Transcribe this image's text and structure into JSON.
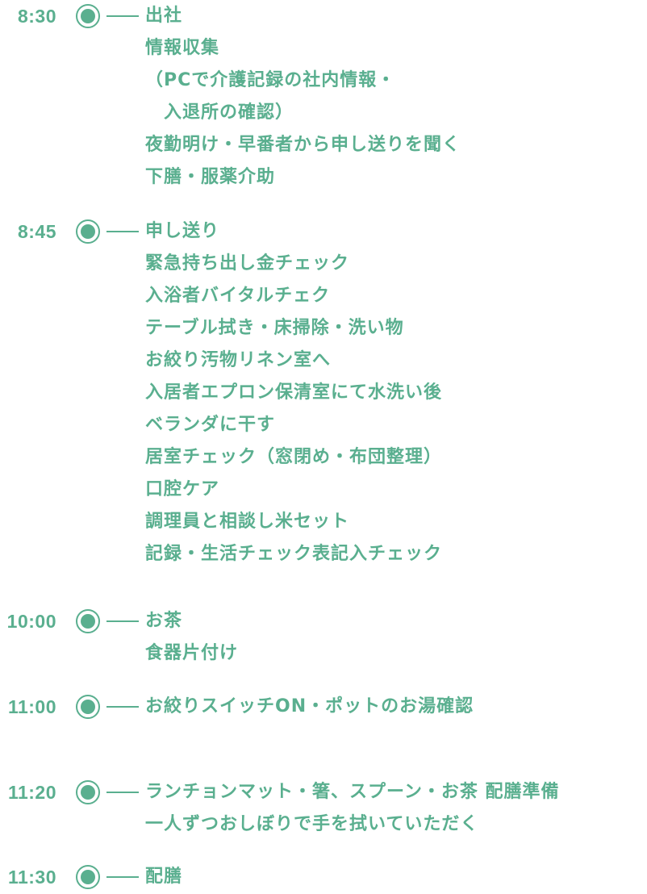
{
  "schedule": [
    {
      "time": "8:30",
      "lines": [
        "出社",
        "情報収集",
        "（PCで介護記録の社内情報・",
        "　入退所の確認）",
        "夜勤明け・早番者から申し送りを聞く",
        "下膳・服薬介助"
      ]
    },
    {
      "time": "8:45",
      "lines": [
        "申し送り",
        "緊急持ち出し金チェック",
        "入浴者バイタルチェク",
        "テーブル拭き・床掃除・洗い物",
        "お絞り汚物リネン室へ",
        "入居者エプロン保清室にて水洗い後",
        "ベランダに干す",
        "居室チェック（窓閉め・布団整理）",
        "口腔ケア",
        "調理員と相談し米セット",
        "記録・生活チェック表記入チェック"
      ]
    },
    {
      "time": "10:00",
      "lines": [
        "お茶",
        "食器片付け"
      ]
    },
    {
      "time": "11:00",
      "lines": [
        "お絞りスイッチON・ポットのお湯確認"
      ]
    },
    {
      "time": "11:20",
      "lines": [
        "ランチョンマット・箸、スプーン・お茶 配膳準備",
        "一人ずつおしぼりで手を拭いていただく"
      ]
    },
    {
      "time": "11:30",
      "lines": [
        "配膳"
      ]
    }
  ],
  "colors": {
    "accent": "#5aaf8f",
    "background": "#ffffff"
  },
  "icons": {
    "timeline_node": "circle-dot-icon"
  }
}
